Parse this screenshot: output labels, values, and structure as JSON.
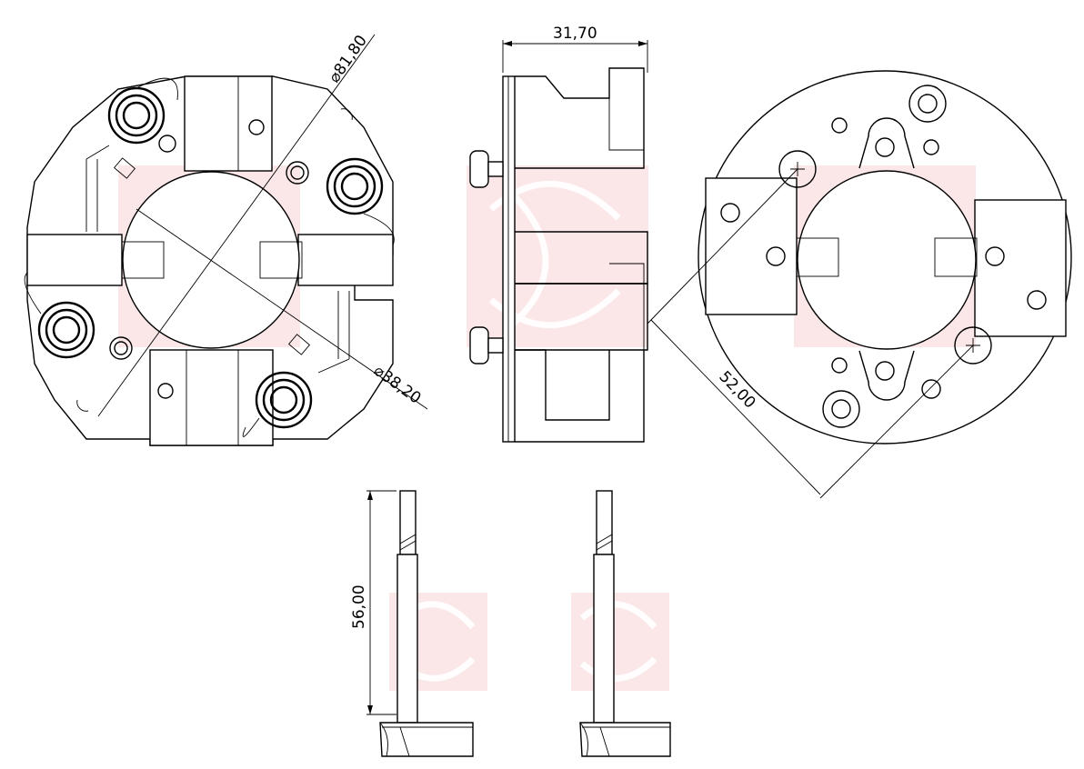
{
  "dimensions": {
    "outer_diameter": "81,80",
    "inner_diameter": "38,20",
    "height": "31,70",
    "hole_spacing": "52,00",
    "brush_length": "56,00"
  },
  "colors": {
    "line": "#000000",
    "watermark": "#f7c9c9",
    "background": "#ffffff"
  }
}
